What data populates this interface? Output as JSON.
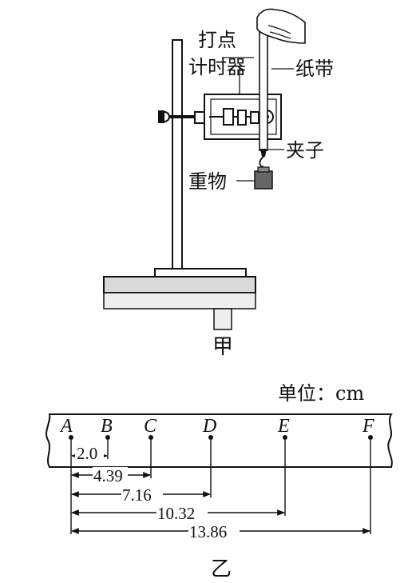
{
  "apparatus": {
    "label_timer_line1": "打点",
    "label_timer_line2": "计时器",
    "label_tape": "纸带",
    "label_clip": "夹子",
    "label_weight": "重物",
    "caption": "甲"
  },
  "tape": {
    "unit_text": "单位：cm",
    "points": [
      "A",
      "B",
      "C",
      "D",
      "E",
      "F"
    ],
    "distances": [
      "2.0",
      "4.39",
      "7.16",
      "10.32",
      "13.86"
    ],
    "caption": "乙"
  }
}
